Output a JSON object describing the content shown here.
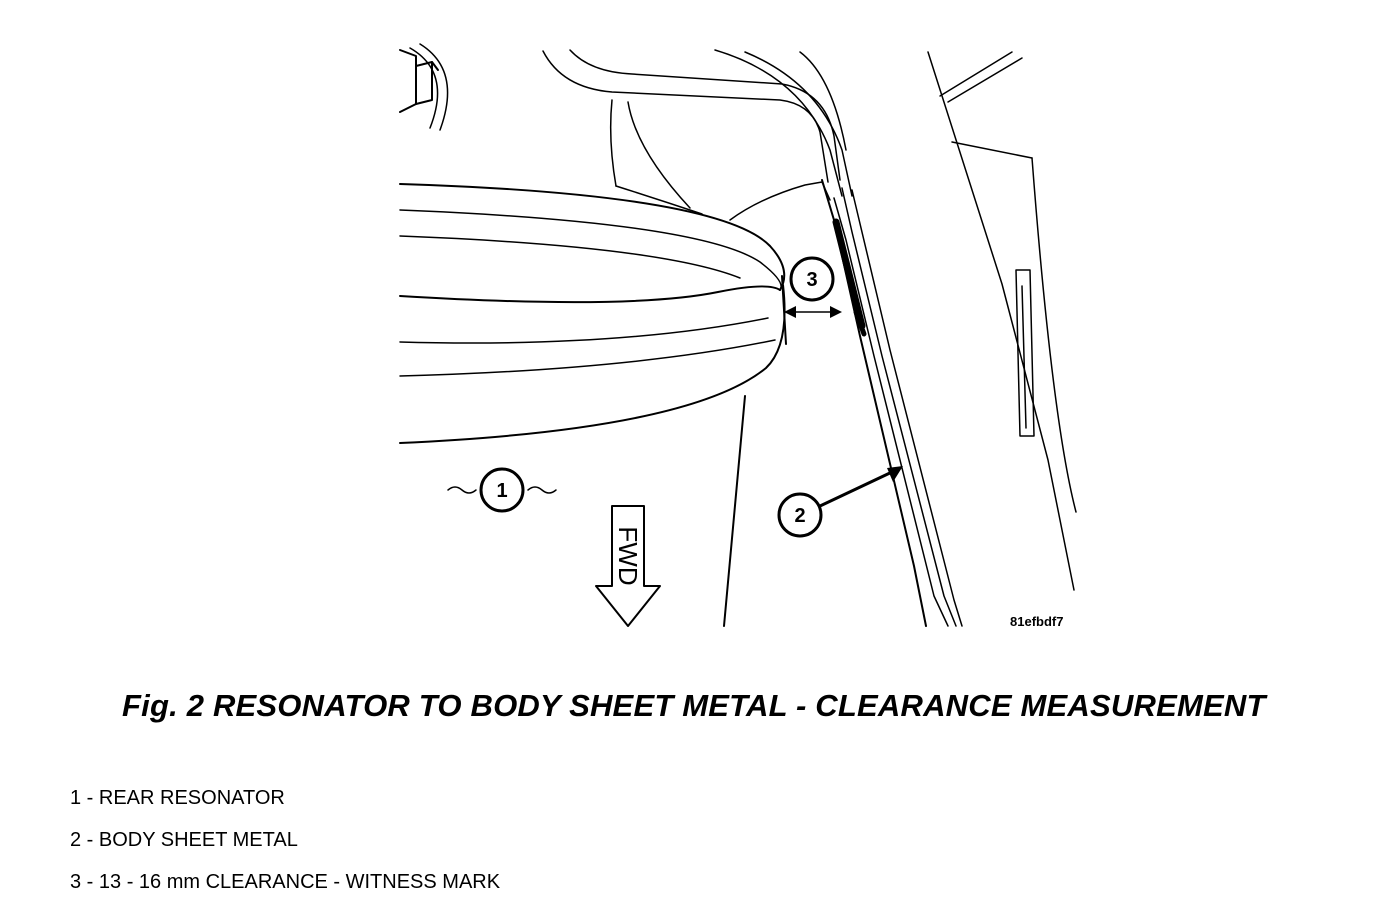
{
  "diagram": {
    "callouts": [
      "1",
      "2",
      "3"
    ],
    "direction_label": "FWD",
    "image_code": "81efbdf7"
  },
  "figure": {
    "title": "Fig. 2 RESONATOR TO BODY SHEET METAL - CLEARANCE MEASUREMENT"
  },
  "legend": [
    "1 - REAR RESONATOR",
    "2 - BODY SHEET METAL",
    "3 - 13 - 16 mm CLEARANCE - WITNESS MARK"
  ]
}
